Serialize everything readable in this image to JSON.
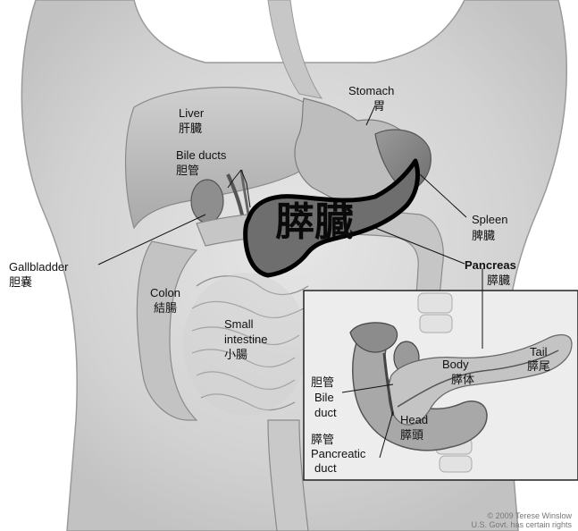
{
  "labels": {
    "liver_en": "Liver",
    "liver_zh": "肝臓",
    "stomach_en": "Stomach",
    "stomach_zh": "胃",
    "bile_ducts_en": "Bile ducts",
    "bile_ducts_zh": "胆管",
    "spleen_en": "Spleen",
    "spleen_zh": "脾臓",
    "gallbladder_en": "Gallbladder",
    "gallbladder_zh": "胆嚢",
    "pancreas_en": "Pancreas",
    "pancreas_zh": "膵臓",
    "colon_en": "Colon",
    "colon_zh": "結腸",
    "small_intestine_en_1": "Small",
    "small_intestine_en_2": "intestine",
    "small_intestine_zh": "小腸",
    "pancreas_highlight": "膵臓"
  },
  "inset": {
    "body_en": "Body",
    "body_zh": "膵体",
    "tail_en": "Tail",
    "tail_zh": "膵尾",
    "head_en": "Head",
    "head_zh": "膵頭",
    "bile_duct_zh": "胆管",
    "bile_duct_en_1": "Bile",
    "bile_duct_en_2": "duct",
    "pancreatic_duct_zh": "膵管",
    "pancreatic_duct_en_1": "Pancreatic",
    "pancreatic_duct_en_2": "duct"
  },
  "credit": {
    "line1": "© 2009 Terese Winslow",
    "line2": "U.S. Govt. has certain rights"
  },
  "colors": {
    "background": "#ffffff",
    "torso": "#d9d9d9",
    "organs": "#b8b8b8",
    "pancreas_highlight": "#6a6a6a",
    "outline": "#111111"
  }
}
